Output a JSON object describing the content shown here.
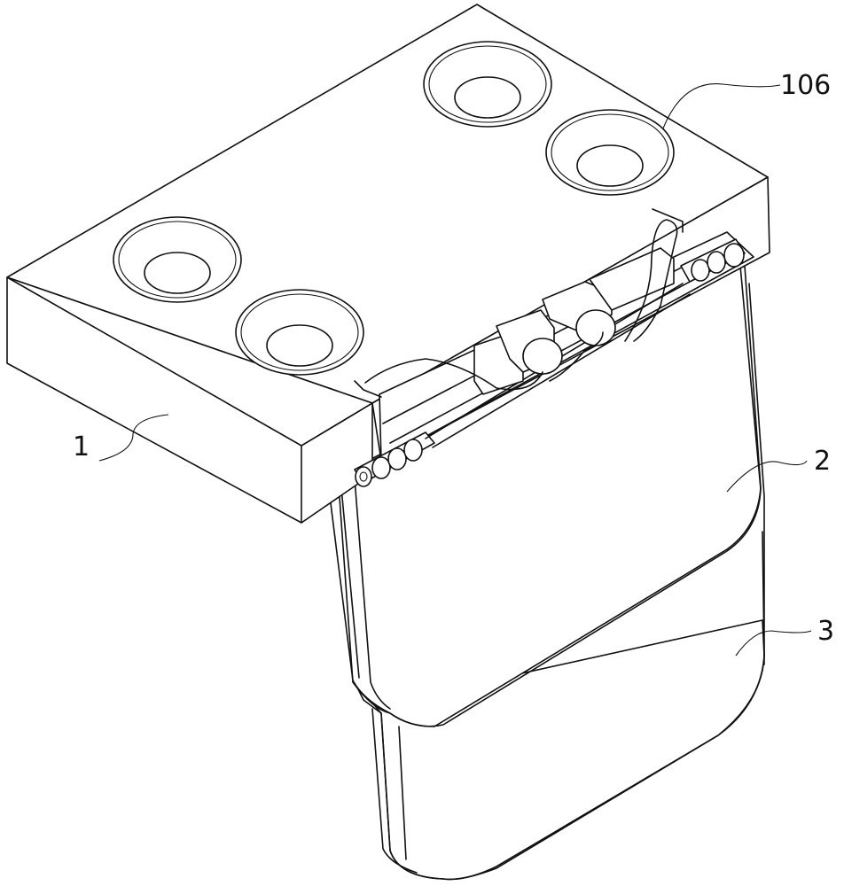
{
  "labels": {
    "part_1": "1",
    "part_2": "2",
    "part_3": "3",
    "part_106": "106"
  },
  "colors": {
    "line": "#111111",
    "background": "#ffffff"
  }
}
